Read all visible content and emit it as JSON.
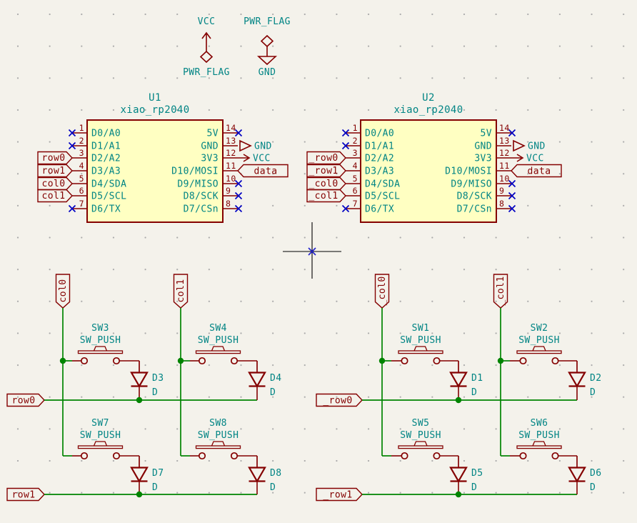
{
  "power_symbols": {
    "left": {
      "net": "VCC",
      "flag": "PWR_FLAG"
    },
    "right": {
      "flag": "PWR_FLAG",
      "net": "GND"
    }
  },
  "u1": {
    "reference": "U1",
    "value": "xiao_rp2040",
    "left_pins": [
      {
        "num": "1",
        "name": "D0/A0"
      },
      {
        "num": "2",
        "name": "D1/A1"
      },
      {
        "num": "3",
        "name": "D2/A2",
        "label": "row0"
      },
      {
        "num": "4",
        "name": "D3/A3",
        "label": "row1"
      },
      {
        "num": "5",
        "name": "D4/SDA",
        "label": "col0"
      },
      {
        "num": "6",
        "name": "D5/SCL",
        "label": "col1"
      },
      {
        "num": "7",
        "name": "D6/TX"
      }
    ],
    "right_pins": [
      {
        "num": "14",
        "name": "5V"
      },
      {
        "num": "13",
        "name": "GND",
        "power": "GND"
      },
      {
        "num": "12",
        "name": "3V3",
        "power": "VCC"
      },
      {
        "num": "11",
        "name": "D10/MOSI",
        "label": "data"
      },
      {
        "num": "10",
        "name": "D9/MISO"
      },
      {
        "num": "9",
        "name": "D8/SCK"
      },
      {
        "num": "8",
        "name": "D7/CSn"
      }
    ]
  },
  "u2": {
    "reference": "U2",
    "value": "xiao_rp2040",
    "left_pins": [
      {
        "num": "1",
        "name": "D0/A0"
      },
      {
        "num": "2",
        "name": "D1/A1"
      },
      {
        "num": "3",
        "name": "D2/A2",
        "label": "_row0"
      },
      {
        "num": "4",
        "name": "D3/A3",
        "label": "_row1"
      },
      {
        "num": "5",
        "name": "D4/SDA",
        "label": "_col0"
      },
      {
        "num": "6",
        "name": "D5/SCL",
        "label": "_col1"
      },
      {
        "num": "7",
        "name": "D6/TX"
      }
    ],
    "right_pins": [
      {
        "num": "14",
        "name": "5V"
      },
      {
        "num": "13",
        "name": "GND",
        "power": "GND"
      },
      {
        "num": "12",
        "name": "3V3",
        "power": "VCC"
      },
      {
        "num": "11",
        "name": "D10/MOSI",
        "label": "data"
      },
      {
        "num": "10",
        "name": "D9/MISO"
      },
      {
        "num": "9",
        "name": "D8/SCK"
      },
      {
        "num": "8",
        "name": "D7/CSn"
      }
    ]
  },
  "left_matrix": {
    "col_labels": [
      "col0",
      "col1"
    ],
    "row_labels": [
      "row0",
      "row1"
    ],
    "cells": [
      {
        "sw_ref": "SW3",
        "sw_value": "SW_PUSH",
        "d_ref": "D3",
        "d_value": "D"
      },
      {
        "sw_ref": "SW4",
        "sw_value": "SW_PUSH",
        "d_ref": "D4",
        "d_value": "D"
      },
      {
        "sw_ref": "SW7",
        "sw_value": "SW_PUSH",
        "d_ref": "D7",
        "d_value": "D"
      },
      {
        "sw_ref": "SW8",
        "sw_value": "SW_PUSH",
        "d_ref": "D8",
        "d_value": "D"
      }
    ]
  },
  "right_matrix": {
    "col_labels": [
      "_col0",
      "_col1"
    ],
    "row_labels": [
      "_row0",
      "_row1"
    ],
    "cells": [
      {
        "sw_ref": "SW1",
        "sw_value": "SW_PUSH",
        "d_ref": "D1",
        "d_value": "D"
      },
      {
        "sw_ref": "SW2",
        "sw_value": "SW_PUSH",
        "d_ref": "D2",
        "d_value": "D"
      },
      {
        "sw_ref": "SW5",
        "sw_value": "SW_PUSH",
        "d_ref": "D5",
        "d_value": "D"
      },
      {
        "sw_ref": "SW6",
        "sw_value": "SW_PUSH",
        "d_ref": "D6",
        "d_value": "D"
      }
    ]
  },
  "colors": {
    "background": "#F4F2EB",
    "grid_dot": "#A9A9A9",
    "symbol_outline": "#840000",
    "symbol_fill": "#FFFFC2",
    "pin_name_text": "#008484",
    "reference_text": "#008484",
    "label_text": "#840000",
    "wire": "#008400",
    "no_connect": "#0000C2",
    "cursor": "#000000"
  }
}
